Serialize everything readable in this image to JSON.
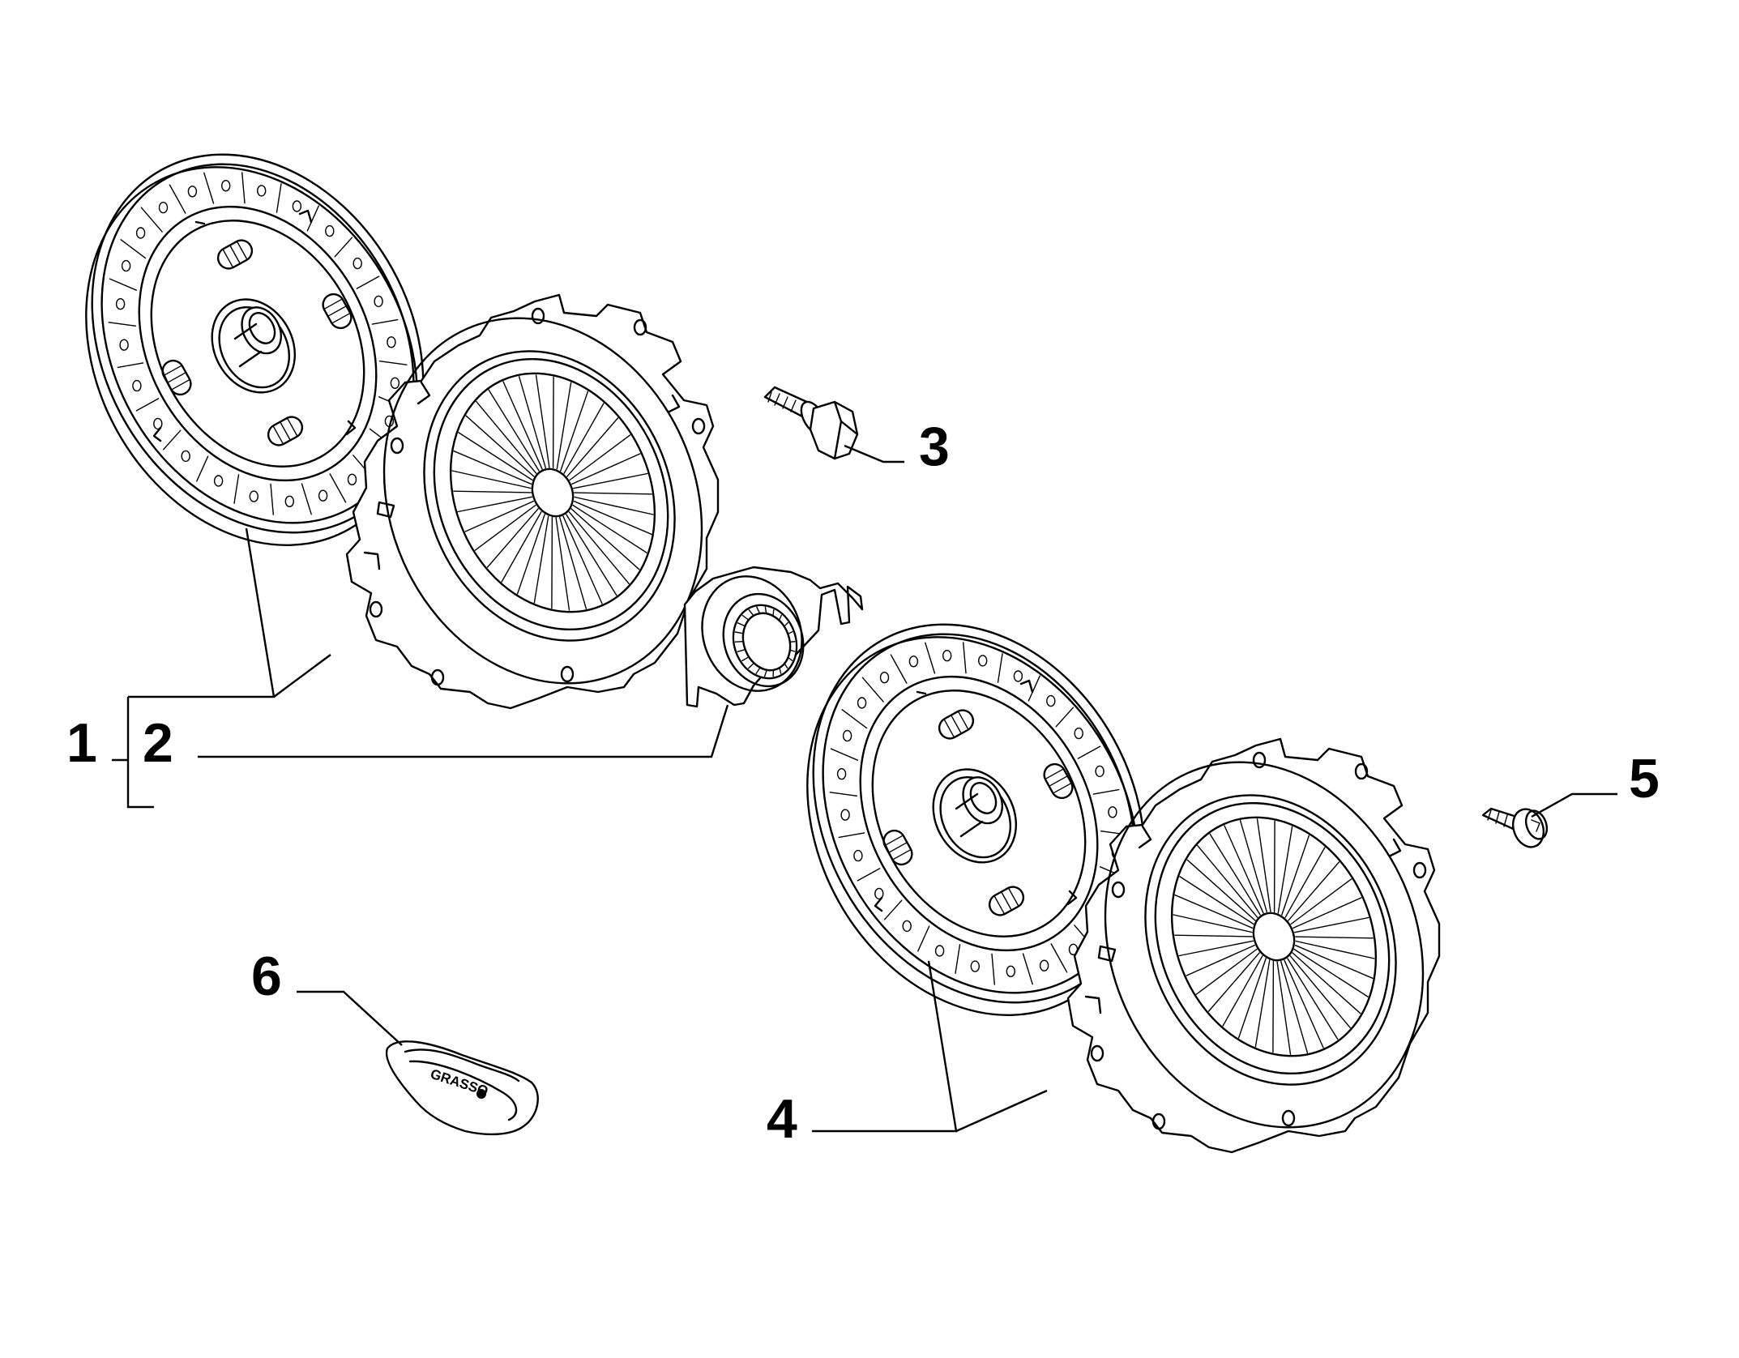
{
  "diagram": {
    "callouts": [
      "1",
      "2",
      "3",
      "4",
      "5",
      "6"
    ],
    "grease_label": "GRASSO",
    "colors": {
      "line": "#000000",
      "background": "#ffffff"
    }
  }
}
